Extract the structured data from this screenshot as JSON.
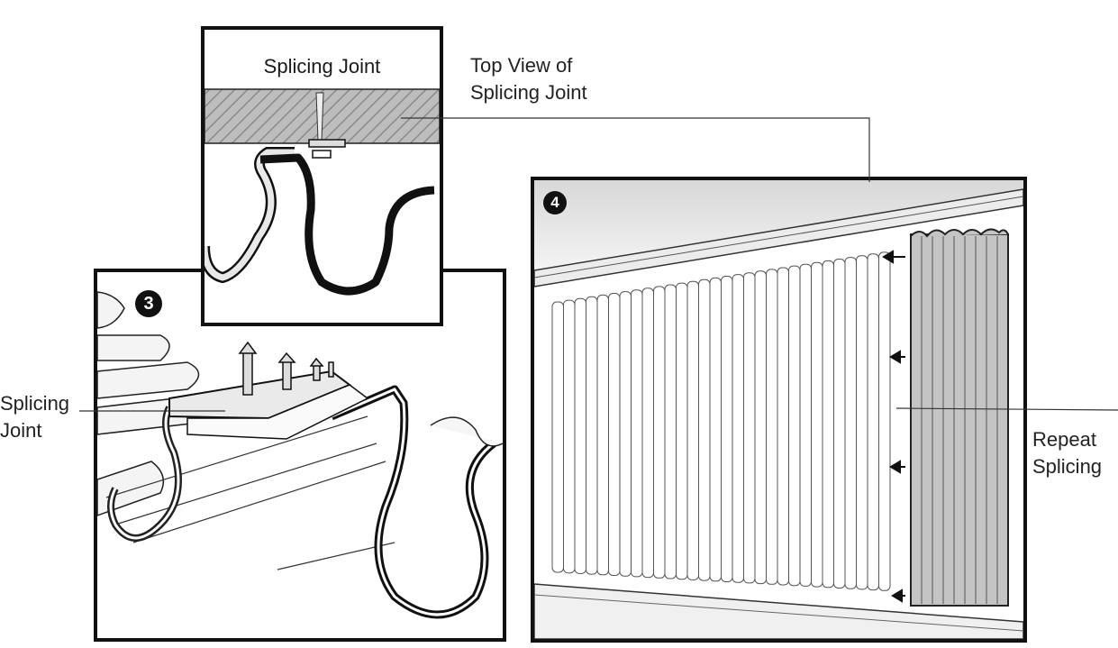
{
  "panel3": {
    "step": "3"
  },
  "panel4": {
    "step": "4"
  },
  "inset": {
    "title": "Splicing Joint"
  },
  "labels": {
    "top_view": [
      "Top View of",
      "Splicing Joint"
    ],
    "splicing_joint": [
      "Splicing",
      "Joint"
    ],
    "repeat_splicing": [
      "Repeat",
      "Splicing"
    ]
  }
}
